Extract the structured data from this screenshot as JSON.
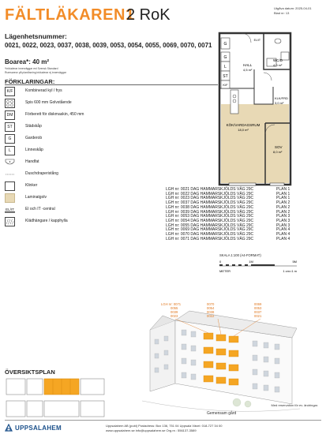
{
  "header": {
    "title": "FÄLTLÄKAREN1",
    "subtitle": "2 RoK",
    "date_line": "Utgåva datum: 2025-04-01",
    "sheet_line": "Blad nr: 13"
  },
  "apartment": {
    "heading": "Lägenhetsnummer:",
    "numbers": "0021, 0022, 0023, 0037, 0038, 0039, 0053, 0054, 0055, 0069, 0070, 0071",
    "boarea": "Boarea*: 40 m²",
    "note_1": "*Inkluderar innerväggar enl Svensk Standard",
    "note_2": "Rumsareor på planlösning inkluderar ej innerväggar"
  },
  "legend": {
    "heading": "FÖRKLARINGAR:",
    "items": [
      {
        "symbol": "K/F",
        "label": "Kombinerad kyl / frys"
      },
      {
        "symbol": "",
        "label": "Spis 600 mm Golvstående",
        "icon": "stove-icon"
      },
      {
        "symbol": "DM",
        "label": "Förberett för diskmaskin, 450 mm"
      },
      {
        "symbol": "ST",
        "label": "Städskåp"
      },
      {
        "symbol": "G",
        "label": "Garderob"
      },
      {
        "symbol": "L",
        "label": "Linneskåp"
      },
      {
        "symbol": "",
        "label": "Handfat",
        "icon": "washbasin-icon"
      },
      {
        "symbol": "",
        "label": "Duschdraperistång",
        "icon": "shower-rail-icon"
      },
      {
        "symbol": "",
        "label": "Klinker",
        "icon": "tile-floor-icon"
      },
      {
        "symbol": "",
        "label": "Laminatgolv",
        "icon": "laminate-floor-icon"
      },
      {
        "symbol": "EL/IT",
        "label": "El och IT -central"
      },
      {
        "symbol": "",
        "label": "Klädhängare / kapphylla",
        "icon": "clothes-rack-icon"
      }
    ]
  },
  "plan": {
    "rooms": {
      "hall": "HALL",
      "hall_area": "4,5 m²",
      "wc": "WC/D",
      "wc_area": "4,0 m²",
      "kitchen": "KÖK/VARDAGSRUM",
      "kitchen_area": "18,0 m²",
      "kokvr": "KLK/FRD",
      "kokvr_area": "3,0 m²",
      "sov": "SOV",
      "sov_area": "8,0 m²"
    },
    "labels": {
      "g1": "G",
      "l": "L",
      "st": "ST",
      "kf": "K/F",
      "elit": "EL/IT"
    }
  },
  "units": [
    {
      "addr": "LGH nr: 0021 DAG HAMMARSKJÖLDS VÄG 29C",
      "plan": "PLAN 1"
    },
    {
      "addr": "LGH nr: 0022 DAG HAMMARSKJÖLDS VÄG 29C",
      "plan": "PLAN 1"
    },
    {
      "addr": "LGH nr: 0023 DAG HAMMARSKJÖLDS VÄG 29C",
      "plan": "PLAN 1"
    },
    {
      "addr": "LGH nr: 0037 DAG HAMMARSKJÖLDS VÄG 29C",
      "plan": "PLAN 2"
    },
    {
      "addr": "LGH nr: 0038 DAG HAMMARSKJÖLDS VÄG 29C",
      "plan": "PLAN 2"
    },
    {
      "addr": "LGH nr: 0039 DAG HAMMARSKJÖLDS VÄG 29C",
      "plan": "PLAN 2"
    },
    {
      "addr": "LGH nr: 0053 DAG HAMMARSKJÖLDS VÄG 29C",
      "plan": "PLAN 3"
    },
    {
      "addr": "LGH nr: 0054 DAG HAMMARSKJÖLDS VÄG 29C",
      "plan": "PLAN 3"
    },
    {
      "addr": "LGH nr: 0055 DAG HAMMARSKJÖLDS VÄG 29C",
      "plan": "PLAN 3"
    },
    {
      "addr": "LGH nr: 0069 DAG HAMMARSKJÖLDS VÄG 29C",
      "plan": "PLAN 4"
    },
    {
      "addr": "LGH nr: 0070 DAG HAMMARSKJÖLDS VÄG 29C",
      "plan": "PLAN 4"
    },
    {
      "addr": "LGH nr: 0071 DAG HAMMARSKJÖLDS VÄG 29C",
      "plan": "PLAN 4"
    }
  ],
  "scale": {
    "label": "SKALA 1:100 (A4-FORMAT)",
    "tick_0": "0",
    "tick_1": "1M",
    "tick_5": "5M",
    "unit": "METER",
    "cm_note": "1 cm=1 m"
  },
  "building": {
    "callout_1": [
      "LGH nr: 0071",
      "0055",
      "0039",
      "0023"
    ],
    "callout_2": [
      "0070",
      "0054",
      "0038",
      "0022"
    ],
    "callout_3": [
      "0069",
      "0053",
      "0037",
      "0021"
    ],
    "courtyard": "Gemensam gård",
    "highlight_color": "#f5a623"
  },
  "overview": {
    "heading": "ÖVERSIKTSPLAN"
  },
  "footer": {
    "reservation": "Med reservation för ev. ändringar.",
    "logo": "UPPSALAHEM",
    "line_1": "Uppsalahem AB (publ)   Postadress: Box 136, 751 04 Uppsala   Växel: 018-727 34 00",
    "line_2": "www.uppsalahem.se   info@uppsalahem.se   Org.nr.: 556137-3589"
  },
  "colors": {
    "title": "#f28c28",
    "laminate": "#e8d9b5",
    "tile": "#ffffff",
    "brand_blue": "#1a4f8a"
  }
}
